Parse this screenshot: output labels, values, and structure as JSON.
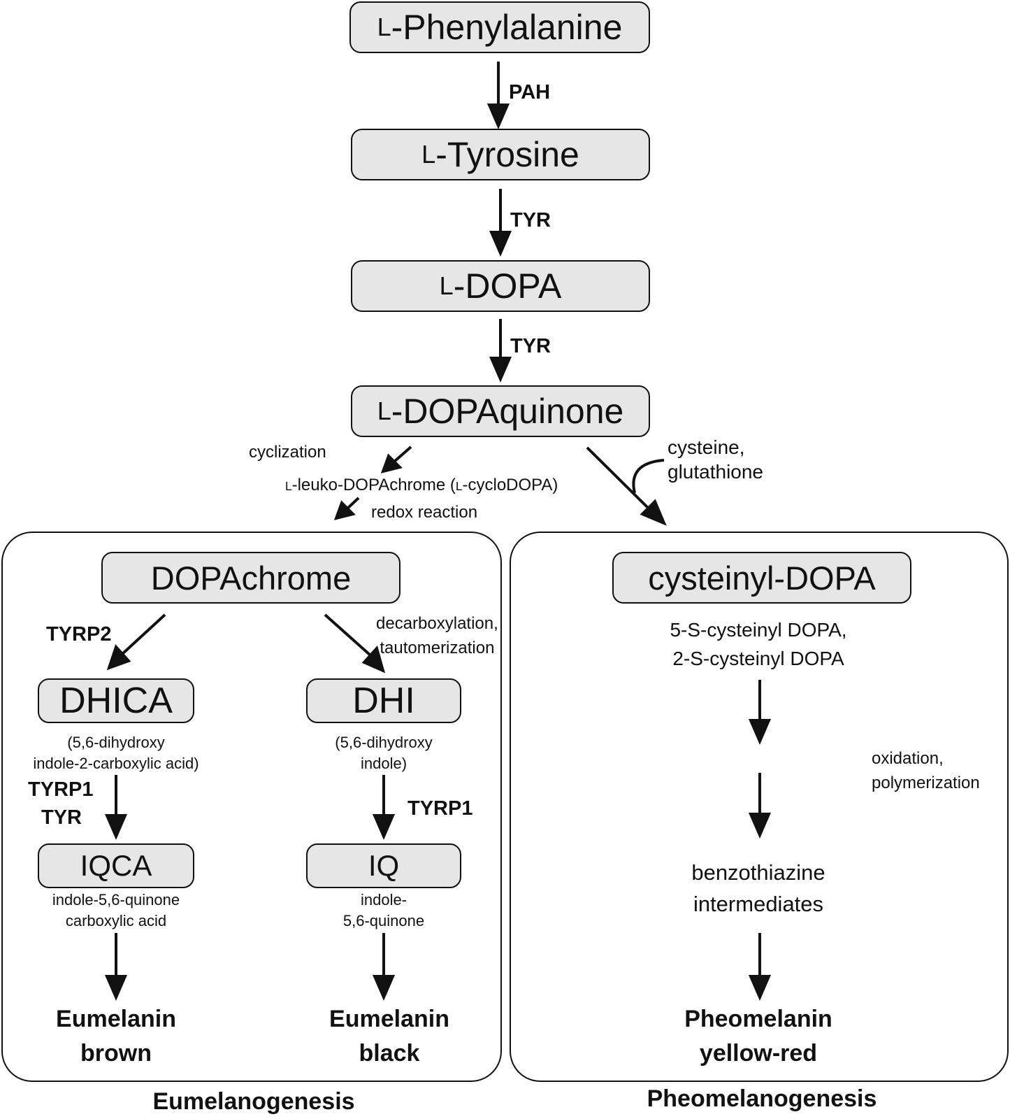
{
  "nodes": {
    "phenylalanine": {
      "prefix": "L",
      "text": "-Phenylalanine"
    },
    "tyrosine": {
      "prefix": "L",
      "text": "-Tyrosine"
    },
    "dopa": {
      "prefix": "L",
      "text": "-DOPA"
    },
    "dopaquinone": {
      "prefix": "L",
      "text": "-DOPAquinone"
    },
    "dopachrome": "DOPAchrome",
    "dhica": "DHICA",
    "dhi": "DHI",
    "iqca": "IQCA",
    "iq": "IQ",
    "cysteinyl_dopa": "cysteinyl-DOPA"
  },
  "enzymes": {
    "pah": "PAH",
    "tyr1": "TYR",
    "tyr2": "TYR",
    "tyrp2": "TYRP2",
    "tyrp1_left": "TYRP1",
    "tyr_left": "TYR",
    "tyrp1_right": "TYRP1"
  },
  "notes": {
    "cyclization": "cyclization",
    "leuko_prefix": "L",
    "leuko_text": "-leuko-DOPAchrome (",
    "cyclo_prefix": "L",
    "cyclo_text": "-cycloDOPA)",
    "redox": "redox reaction",
    "cysteine": "cysteine,",
    "glutathione": "glutathione",
    "decarboxylation": "decarboxylation,",
    "tautomerization": "tautomerization",
    "oxidation": "oxidation,",
    "polymerization": "polymerization"
  },
  "subtitles": {
    "dhica_1": "(5,6-dihydroxy",
    "dhica_2": "indole-2-carboxylic acid)",
    "dhi_1": "(5,6-dihydroxy",
    "dhi_2": "indole)",
    "iqca_1": "indole-5,6-quinone",
    "iqca_2": "carboxylic acid",
    "iq_1": "indole-",
    "iq_2": "5,6-quinone",
    "cys_1": "5-S-cysteinyl DOPA,",
    "cys_2": "2-S-cysteinyl DOPA",
    "benzo_1": "benzothiazine",
    "benzo_2": "intermediates"
  },
  "end_products": {
    "eu_brown_1": "Eumelanin",
    "eu_brown_2": "brown",
    "eu_black_1": "Eumelanin",
    "eu_black_2": "black",
    "pheo_1": "Pheomelanin",
    "pheo_2": "yellow-red"
  },
  "sections": {
    "left": "Eumelanogenesis",
    "right": "Pheomelanogenesis"
  }
}
